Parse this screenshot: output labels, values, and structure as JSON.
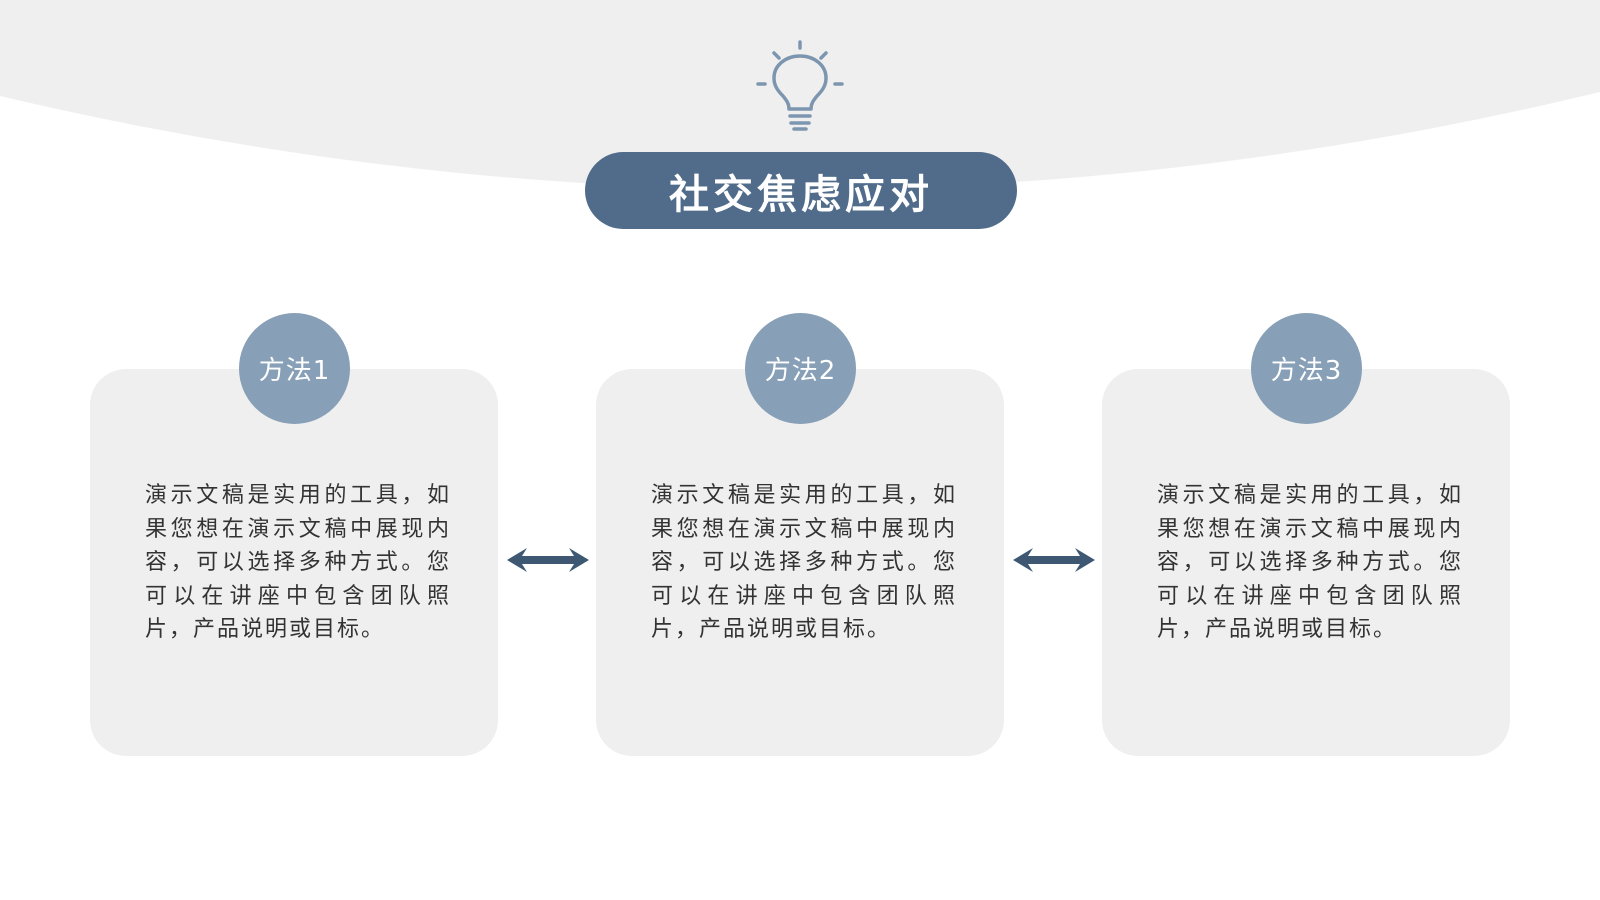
{
  "colors": {
    "title_background": "#506c8a",
    "badge_background": "#879fb7",
    "card_background": "#efefef",
    "arc_background": "#efefef",
    "arrow": "#3e5874",
    "bulb_stroke": "#7d96b0"
  },
  "icons": {
    "top": "lightbulb-icon",
    "connector": "double-arrow-icon"
  },
  "title": "社交焦虑应对",
  "methods": [
    {
      "label": "方法1",
      "text": "演示文稿是实用的工具，如果您想在演示文稿中展现内容，可以选择多种方式。您可以在讲座中包含团队照片，产品说明或目标。"
    },
    {
      "label": "方法2",
      "text": "演示文稿是实用的工具，如果您想在演示文稿中展现内容，可以选择多种方式。您可以在讲座中包含团队照片，产品说明或目标。"
    },
    {
      "label": "方法3",
      "text": "演示文稿是实用的工具，如果您想在演示文稿中展现内容，可以选择多种方式。您可以在讲座中包含团队照片，产品说明或目标。"
    }
  ]
}
